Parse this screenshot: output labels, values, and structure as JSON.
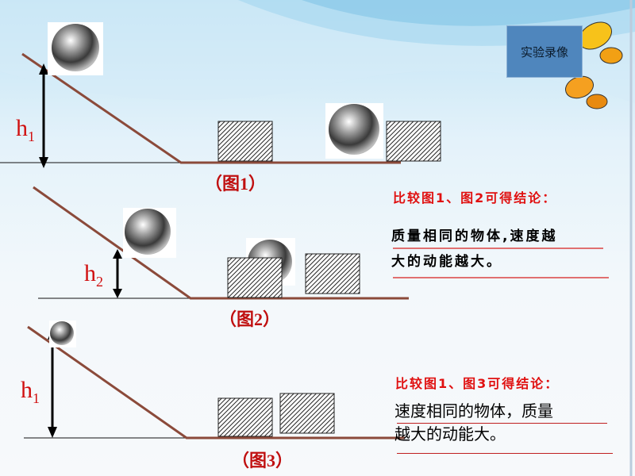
{
  "button": {
    "label": "实验录像"
  },
  "figures": [
    {
      "caption": "（图1）",
      "h_label": "h",
      "h_sub": "1"
    },
    {
      "caption": "（图2）",
      "h_label": "h",
      "h_sub": "2"
    },
    {
      "caption": "（图3）",
      "h_label": "h",
      "h_sub": "1"
    }
  ],
  "conclusions": [
    {
      "heading": "比较图1、图2可得结论：",
      "line1": "质量相同的物体,速度越",
      "line2": "大的动能越大。"
    },
    {
      "heading": "比较图1、图3可得结论：",
      "line1": "速度相同的物体，质量",
      "line2": "越大的动能大。"
    }
  ],
  "colors": {
    "ramp": "#8b4a3a",
    "accent": "#e01010",
    "button": "#4f86bd"
  }
}
